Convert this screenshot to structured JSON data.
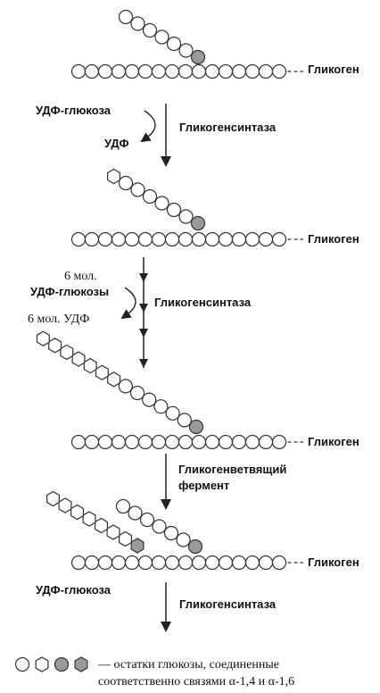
{
  "labels": {
    "glycogen": "Гликоген",
    "udp_glucose": "УДФ-глюкоза",
    "udp": "УДФ",
    "glycogen_synthase": "Гликогенсинтаза",
    "six_mol": "6 мол.",
    "udp_glucoses": "УДФ-глюкозы",
    "six_mol_udp": "6 мол. УДФ",
    "branching_enzyme_line1": "Гликогенветвящий",
    "branching_enzyme_line2": "фермент",
    "legend_line1": "— остатки глюкозы, соединенные",
    "legend_line2": "соответственно связями α-1,4 и α-1,6"
  },
  "colors": {
    "stroke": "#333333",
    "open_fill": "#ffffff",
    "branch_point_fill": "#9a9a9a"
  },
  "legend_symbols": [
    "open-circle",
    "open-hexagon",
    "filled-circle",
    "filled-hexagon"
  ]
}
